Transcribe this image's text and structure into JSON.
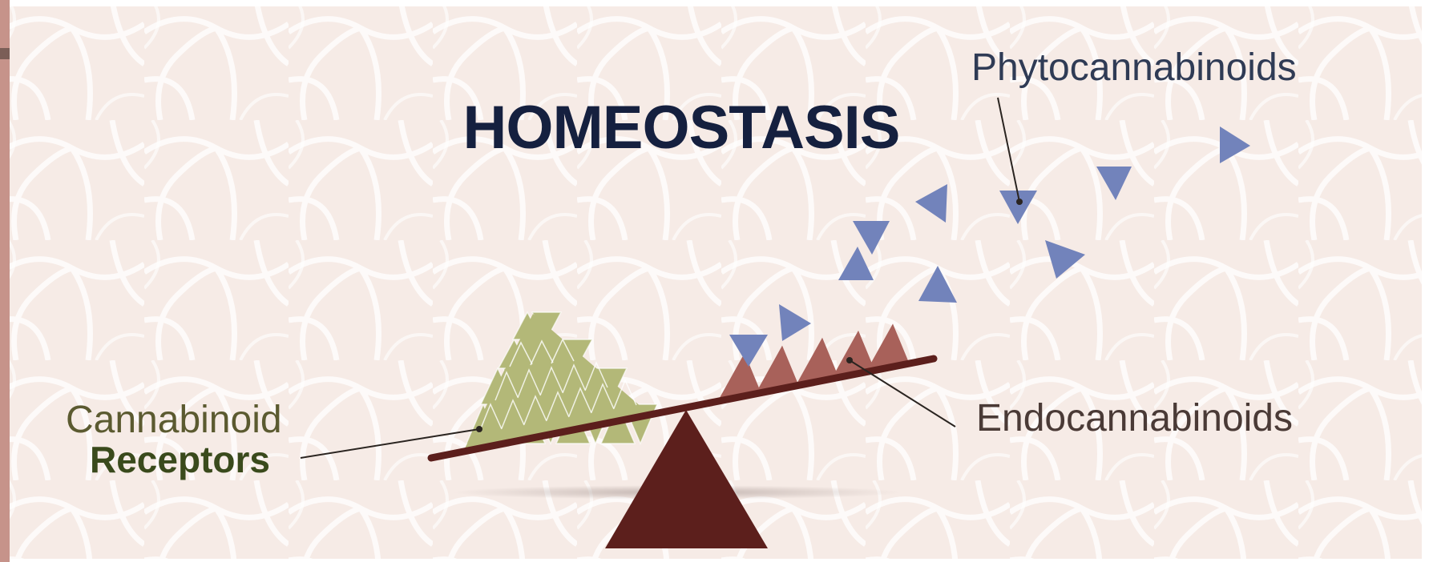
{
  "title": "HOMEOSTASIS",
  "labels": {
    "receptors_line1": "Cannabinoid",
    "receptors_line2": "Receptors",
    "endocannabinoids": "Endocannabinoids",
    "phytocannabinoids": "Phytocannabinoids"
  },
  "colors": {
    "background": "#f6ebe6",
    "title": "#15203f",
    "receptor_fill": "#b3b878",
    "receptor_label": "#3a4a1c",
    "endocannabinoid_fill": "#a8615a",
    "phytocannabinoid_fill": "#7283bb",
    "beam": "#5c1f1c",
    "fulcrum": "#5c1f1c",
    "label_text": "#4a3a36"
  },
  "icons": {
    "receptor": "green-triangle-stack-icon",
    "endocannabinoid": "red-triangle-icon",
    "phytocannabinoid": "blue-triangle-icon",
    "scale": "seesaw-balance-icon"
  }
}
